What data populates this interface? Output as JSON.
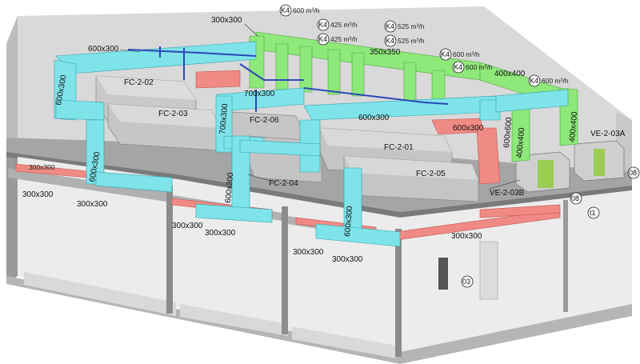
{
  "colors": {
    "supply_duct": "#7fe3ea",
    "exhaust_duct": "#8ee87a",
    "return_duct": "#f08a84",
    "pipe": "#2a48b8",
    "unit": "#c8c8c8",
    "floor": "#a9a9a9",
    "wall": "#d6d6d6"
  },
  "units": {
    "fc_2_02": "FC-2-02",
    "fc_2_03": "FC-2-03",
    "fc_2_06": "FC-2-06",
    "fc_2_01": "FC-2-01",
    "fc_2_04": "FC-2-04",
    "fc_2_05": "FC-2-05",
    "ve_2_03a": "VE-2-03A",
    "ve_2_03b": "VE-2-03B"
  },
  "duct_sizes": {
    "s_600x300_a": "600x300",
    "s_600x300_b": "600x300",
    "s_600x300_c": "600x300",
    "s_600x300_d": "600x300",
    "s_600x300_e": "600x300",
    "s_600x300_f": "600x300",
    "s_600x300_g": "600x300",
    "s_700x300_a": "700x300",
    "s_700x300_b": "700x300",
    "s_300x300_a": "300x300",
    "s_300x300_b": "300x300",
    "s_300x300_c": "300x300",
    "s_300x300_d": "300x300",
    "s_300x300_e": "300x300",
    "s_300x300_f": "300x300",
    "s_300x300_g": "300x300",
    "s_300x300_h": "300x300",
    "s_300x300_i": "300x300",
    "s_350x350": "350x350",
    "s_400x400_a": "400x400",
    "s_400x400_b": "400x400",
    "s_400x400_c": "400x400",
    "s_600x600": "600x600"
  },
  "flow_tags": [
    {
      "tag": "K4",
      "flow": "600 m³/h"
    },
    {
      "tag": "K4",
      "flow": "425 m³/h"
    },
    {
      "tag": "K4",
      "flow": "525 m³/h"
    },
    {
      "tag": "K4",
      "flow": "425 m³/h"
    },
    {
      "tag": "K4",
      "flow": "525 m³/h"
    },
    {
      "tag": "K4",
      "flow": "600 m³/h"
    },
    {
      "tag": "K4",
      "flow": "600 m³/h"
    },
    {
      "tag": "K4",
      "flow": "600 m³/h"
    }
  ],
  "callouts": {
    "c_08_a": "08",
    "c_08_b": "08",
    "c_t1": "t1",
    "c_03": "03"
  }
}
